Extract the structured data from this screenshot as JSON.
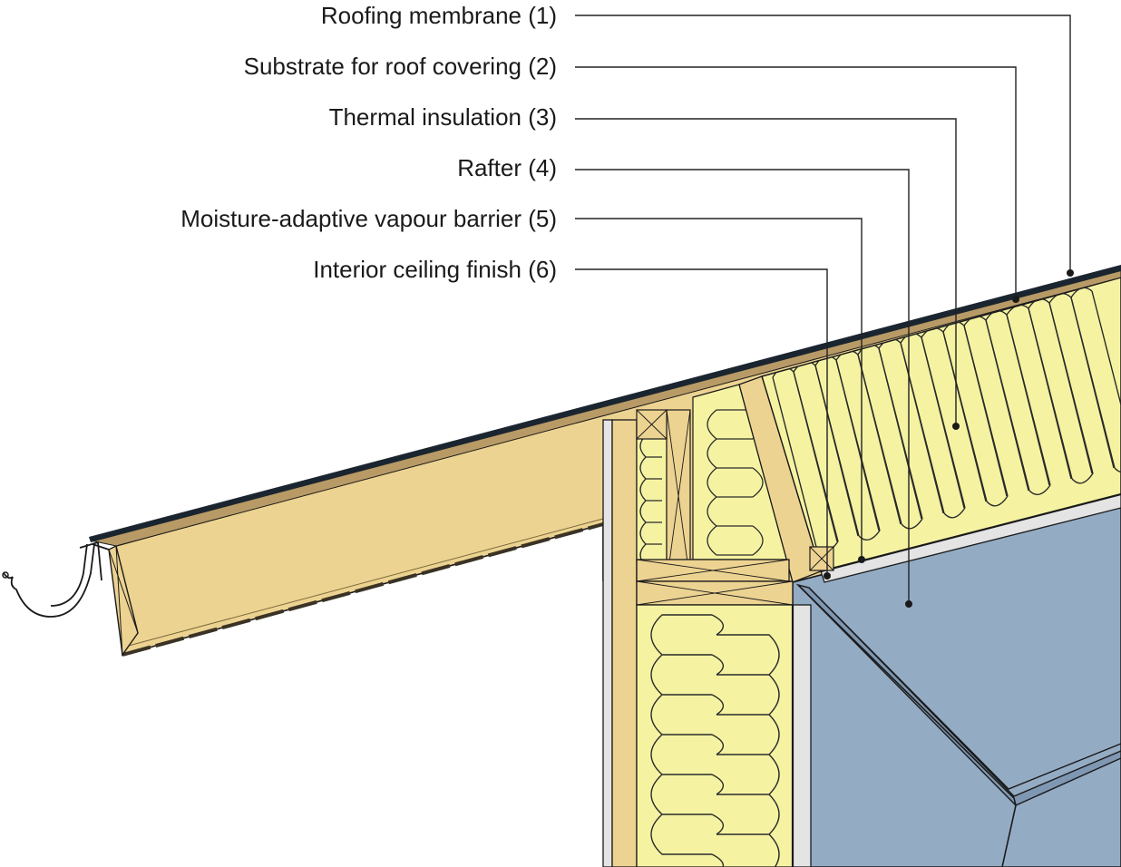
{
  "labels": [
    {
      "id": "roofing-membrane",
      "text": "Roofing membrane (1)"
    },
    {
      "id": "substrate",
      "text": "Substrate for roof covering (2)"
    },
    {
      "id": "thermal-insulation",
      "text": "Thermal insulation (3)"
    },
    {
      "id": "rafter",
      "text": "Rafter (4)"
    },
    {
      "id": "vapour-barrier",
      "text": "Moisture-adaptive vapour barrier (5)"
    },
    {
      "id": "ceiling-finish",
      "text": "Interior ceiling finish (6)"
    }
  ],
  "colors": {
    "wood": "#EDD391",
    "insulation": "#F5F3A2",
    "interior": "#94ABC4",
    "membrane": "#1B2530",
    "substrate": "#B89A66",
    "ceiling_finish": "#E4E4E4",
    "leader": "#222222"
  }
}
